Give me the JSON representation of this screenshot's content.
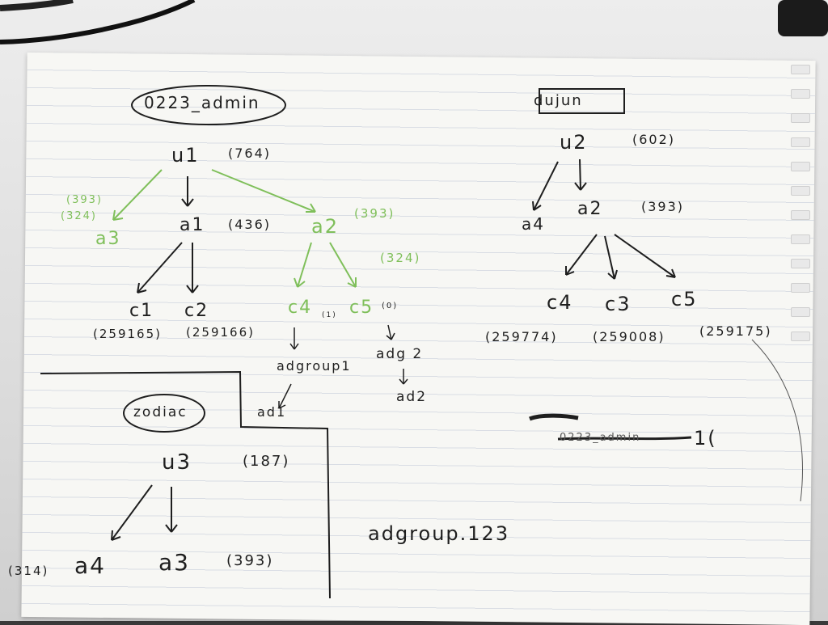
{
  "left_tree": {
    "root_group": "0223_admin",
    "u1": "u1",
    "u1_count": "(764)",
    "a3": "a3",
    "a3_count1": "(393)",
    "a3_count2": "(324)",
    "a1": "a1",
    "a1_count": "(436)",
    "a2": "a2",
    "a2_count": "(393)",
    "a2_sub_count": "(324)",
    "c1": "c1",
    "c1_id": "(259165)",
    "c2": "c2",
    "c2_id": "(259166)",
    "c4": "c4",
    "c4_count": "(1)",
    "c5": "c5",
    "c5_count": "(0)",
    "adgroup1": "adgroup1",
    "ad1": "ad1",
    "adg2": "adg 2",
    "ad2": "ad2"
  },
  "right_tree": {
    "root_group": "dujun",
    "u2": "u2",
    "u2_count": "(602)",
    "a4": "a4",
    "a2": "a2",
    "a2_count": "(393)",
    "c4": "c4",
    "c4_id": "(259774)",
    "c3": "c3",
    "c3_id": "(259008)",
    "c5": "c5",
    "c5_id": "(259175)",
    "strike_text": "0223_admin",
    "strike_suffix": "1("
  },
  "bottom_tree": {
    "root_group": "zodiac",
    "u3": "u3",
    "u3_count": "(187)",
    "a4_count": "(314)",
    "a4": "a4",
    "a3": "a3",
    "a3_count": "(393)"
  },
  "note": "adgroup.123",
  "colors": {
    "ink": "#1e1e1e",
    "green_ink": "#7fbf5a",
    "paper": "#f7f7f4"
  }
}
